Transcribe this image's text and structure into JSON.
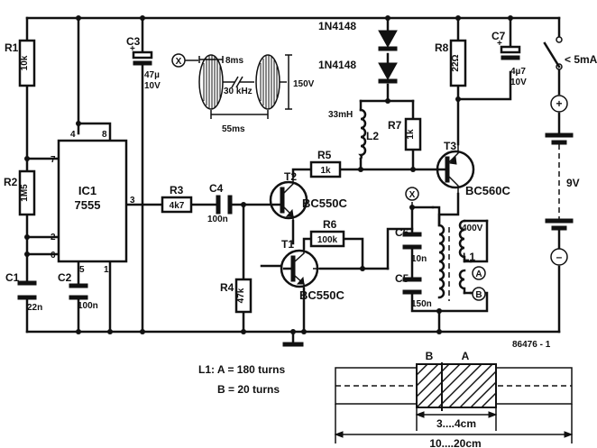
{
  "components": {
    "r1": {
      "ref": "R1",
      "value": "10k"
    },
    "r2": {
      "ref": "R2",
      "value": "1M5"
    },
    "r3": {
      "ref": "R3",
      "value": "4k7"
    },
    "r4": {
      "ref": "R4",
      "value": "47k"
    },
    "r5": {
      "ref": "R5",
      "value": "1k"
    },
    "r6": {
      "ref": "R6",
      "value": "100k"
    },
    "r7": {
      "ref": "R7",
      "value": "1k"
    },
    "r8": {
      "ref": "R8",
      "value": "22Ω"
    },
    "c1": {
      "ref": "C1",
      "value": "22n"
    },
    "c2": {
      "ref": "C2",
      "value": "100n"
    },
    "c3": {
      "ref": "C3",
      "value1": "47µ",
      "value2": "10V"
    },
    "c4": {
      "ref": "C4",
      "value": "100n"
    },
    "c5": {
      "ref": "C5",
      "value": "150n"
    },
    "c6": {
      "ref": "C6",
      "value": "10n"
    },
    "c7": {
      "ref": "C7",
      "value1": "4µ7",
      "value2": "10V"
    },
    "l2": {
      "ref": "L2",
      "value": "33mH"
    },
    "l1": {
      "ref": "L1",
      "value": "400V"
    },
    "ic1": {
      "ref": "IC1",
      "part": "7555",
      "pin_labels": [
        "4",
        "8",
        "7",
        "2",
        "6",
        "5",
        "1",
        "3"
      ]
    },
    "t1": {
      "ref": "T1",
      "part": "BC550C"
    },
    "t2": {
      "ref": "T2",
      "part": "BC550C"
    },
    "t3": {
      "ref": "T3",
      "part": "BC560C"
    },
    "d1": {
      "part": "1N4148"
    },
    "d2": {
      "part": "1N4148"
    },
    "switch": {
      "label": "< 5mA"
    },
    "battery": {
      "voltage": "9V",
      "plus": "+",
      "minus": "–"
    }
  },
  "probe": {
    "label": "X"
  },
  "coil_taps": {
    "a": "A",
    "b": "B"
  },
  "waveform": {
    "period": "8ms",
    "freq": "30 kHz",
    "burst": "55ms",
    "amp": "150V"
  },
  "drawing_number": "86476 - 1",
  "winding_note": {
    "line1": "L1:  A  =  180 turns",
    "line2": "B  =  20 turns"
  },
  "rod": {
    "label_b": "B",
    "label_a": "A",
    "winding_length": "3....4cm",
    "rod_length": "10....20cm"
  }
}
